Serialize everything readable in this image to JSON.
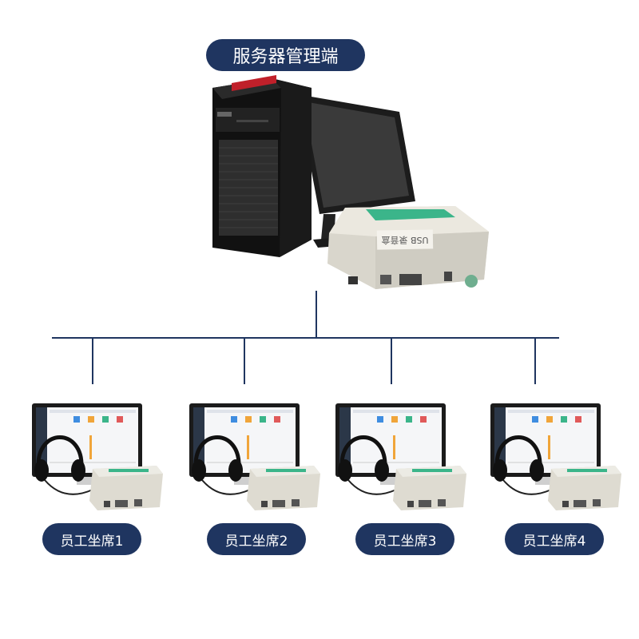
{
  "server": {
    "title": "服务器管理端",
    "device_label": "USB 录音盒"
  },
  "seats": [
    {
      "label": "员工坐席1"
    },
    {
      "label": "员工坐席2"
    },
    {
      "label": "员工坐席3"
    },
    {
      "label": "员工坐席4"
    }
  ],
  "colors": {
    "pill": "#1f3560",
    "connector": "#1f3560",
    "device_body": "#e4e1d8",
    "device_accent": "#3bb58a"
  }
}
